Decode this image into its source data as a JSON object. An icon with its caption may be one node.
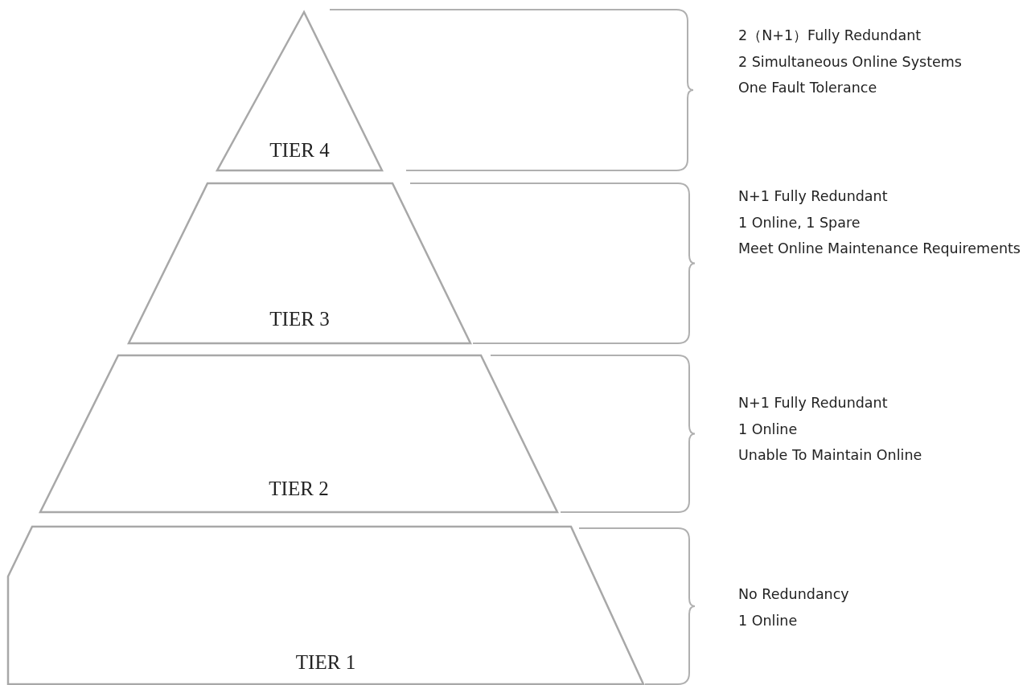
{
  "diagram": {
    "nodes": [
      {
        "text": [
          "TIER 4"
        ],
        "beside": [
          "2（N+1）Fully Redundant",
          "2 Simultaneous Online Systems",
          "One Fault Tolerance"
        ]
      },
      {
        "text": [
          "TIER 3"
        ],
        "beside": [
          "N+1 Fully Redundant",
          "1 Online, 1 Spare",
          "Meet Online Maintenance Requirements"
        ]
      },
      {
        "text": [
          "TIER 2"
        ],
        "beside": [
          "N+1 Fully Redundant",
          "1 Online",
          "Unable To Maintain Online"
        ]
      },
      {
        "text": [
          "TIER 1"
        ],
        "beside": [
          "No Redundancy",
          "1 Online"
        ]
      }
    ]
  }
}
